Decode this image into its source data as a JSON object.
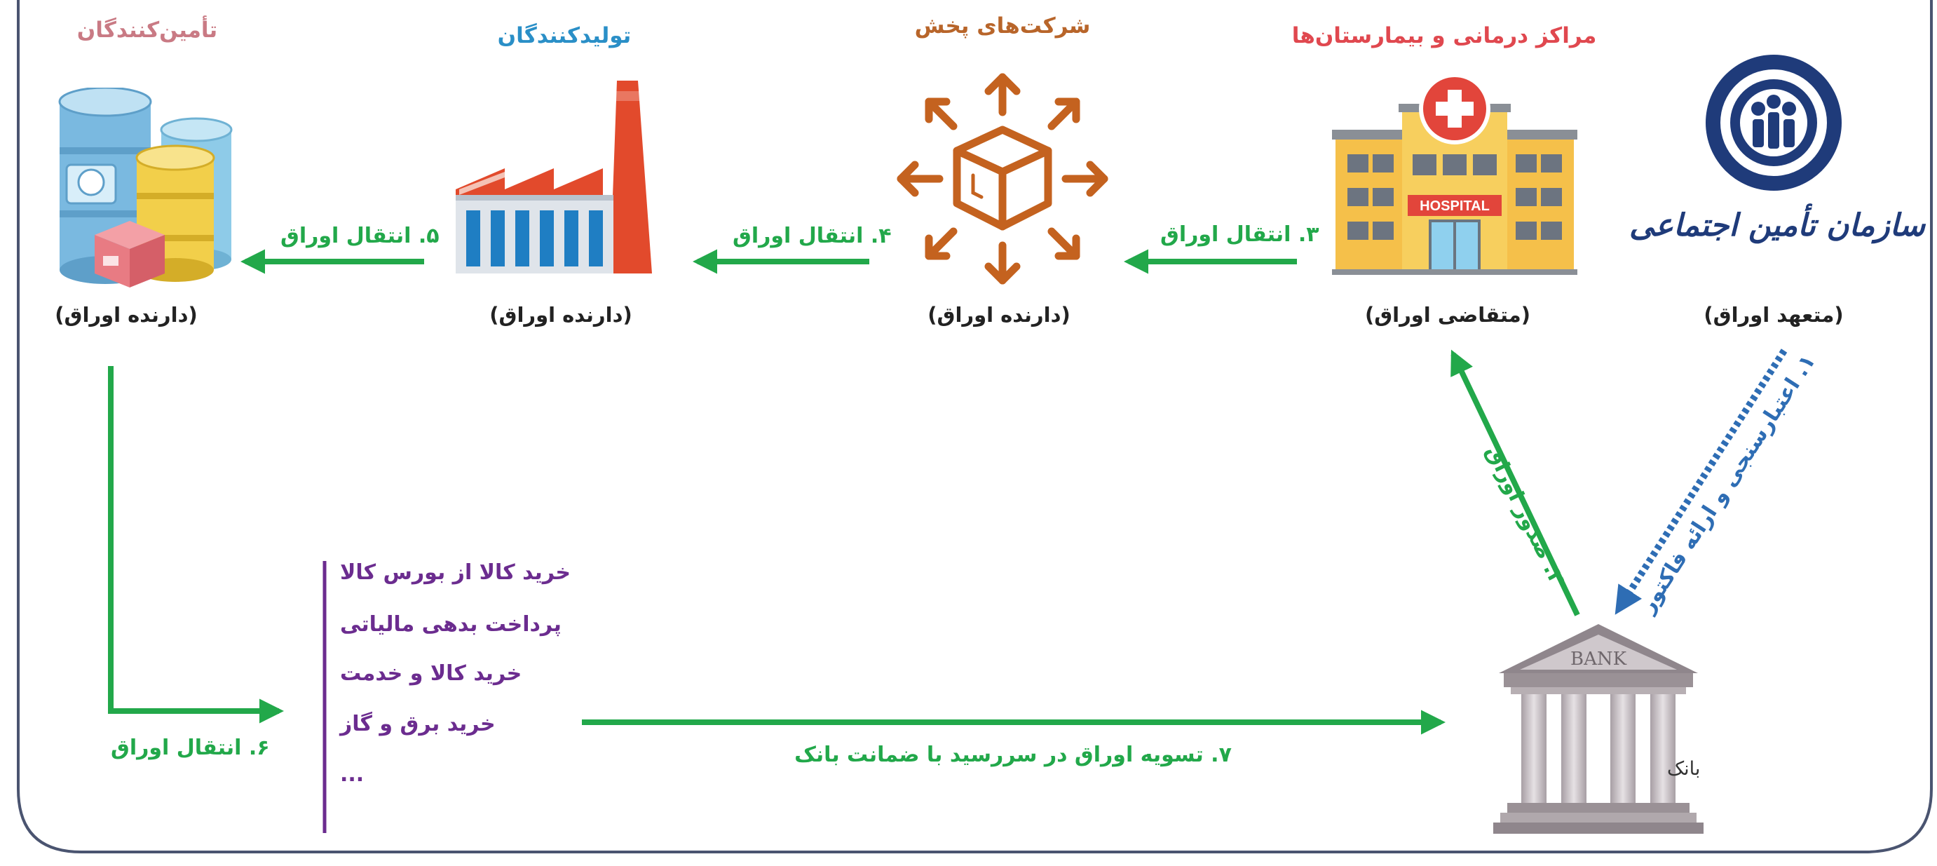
{
  "nodes": {
    "suppliers": {
      "title": "تأمین‌کنندگان",
      "holder": "(دارنده اوراق)"
    },
    "producers": {
      "title": "تولیدکنندگان",
      "holder": "(دارنده اوراق)"
    },
    "distributors": {
      "title": "شرکت‌های پخش",
      "holder": "(دارنده اوراق)"
    },
    "hospitals": {
      "title": "مراکز درمانی و بیمارستان‌ها",
      "holder": "(متقاضی اوراق)",
      "sign": "HOSPITAL"
    },
    "tamin": {
      "logo_text": "سازمان تأمین اجتماعی",
      "holder": "(متعهد اوراق)"
    },
    "bank": {
      "label": "بانک",
      "sign": "BANK"
    }
  },
  "steps": {
    "s1": "۱. اعتبارسنجی و ارائه فاکتور",
    "s2": "۲. صدور اوراق",
    "s3": "۳. انتقال اوراق",
    "s4": "۴. انتقال اوراق",
    "s5": "۵. انتقال اوراق",
    "s6": "۶. انتقال اوراق",
    "s7": "۷. تسویه اوراق در سررسید با ضمانت بانک"
  },
  "uses": [
    "خرید کالا از بورس کالا",
    "پرداخت بدهی مالیاتی",
    "خرید کالا و خدمت",
    "خرید برق و گاز",
    "..."
  ],
  "colors": {
    "flow_arrow": "#22a84a",
    "credit_arrow": "#2e6db4",
    "uses_bar": "#6b2c8f",
    "frame": "#4a5470",
    "suppliers_title": "#c97a84",
    "producers_title": "#2a8fc7",
    "distributors_title": "#b8652a",
    "hospitals_title": "#e0484f",
    "tamin_brand": "#1f3b7a"
  }
}
